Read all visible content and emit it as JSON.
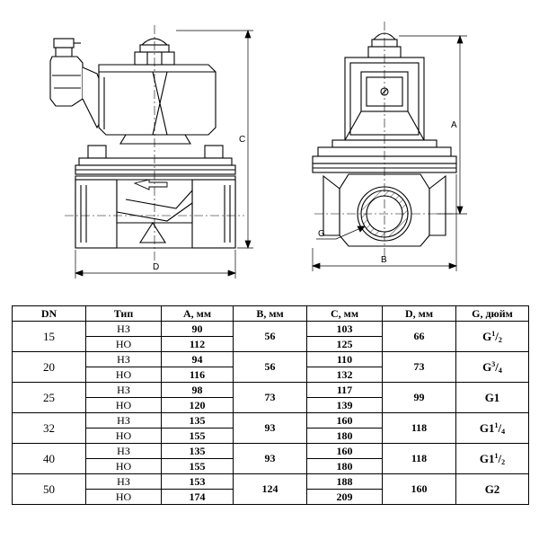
{
  "dimension_labels": {
    "a": "A",
    "b": "B",
    "c": "C",
    "d": "D",
    "g": "G"
  },
  "table": {
    "headers": [
      "DN",
      "Тип",
      "A, мм",
      "B, мм",
      "C, мм",
      "D, мм",
      "G, дюйм"
    ],
    "rows": [
      {
        "dn": "15",
        "types": [
          "НЗ",
          "НО"
        ],
        "a": [
          "90",
          "112"
        ],
        "b": "56",
        "c": [
          "103",
          "125"
        ],
        "d": "66",
        "g": {
          "base": "G",
          "num": "1",
          "den": "2"
        }
      },
      {
        "dn": "20",
        "types": [
          "НЗ",
          "НО"
        ],
        "a": [
          "94",
          "116"
        ],
        "b": "56",
        "c": [
          "110",
          "132"
        ],
        "d": "73",
        "g": {
          "base": "G",
          "num": "3",
          "den": "4"
        }
      },
      {
        "dn": "25",
        "types": [
          "НЗ",
          "НО"
        ],
        "a": [
          "98",
          "120"
        ],
        "b": "73",
        "c": [
          "117",
          "139"
        ],
        "d": "99",
        "g": {
          "base": "G1",
          "num": "",
          "den": ""
        }
      },
      {
        "dn": "32",
        "types": [
          "НЗ",
          "НО"
        ],
        "a": [
          "135",
          "155"
        ],
        "b": "93",
        "c": [
          "160",
          "180"
        ],
        "d": "118",
        "g": {
          "base": "G1",
          "num": "1",
          "den": "4"
        }
      },
      {
        "dn": "40",
        "types": [
          "НЗ",
          "НО"
        ],
        "a": [
          "135",
          "155"
        ],
        "b": "93",
        "c": [
          "160",
          "180"
        ],
        "d": "118",
        "g": {
          "base": "G1",
          "num": "1",
          "den": "2"
        }
      },
      {
        "dn": "50",
        "types": [
          "НЗ",
          "НО"
        ],
        "a": [
          "153",
          "174"
        ],
        "b": "124",
        "c": [
          "188",
          "209"
        ],
        "d": "160",
        "g": {
          "base": "G2",
          "num": "",
          "den": ""
        }
      }
    ]
  }
}
